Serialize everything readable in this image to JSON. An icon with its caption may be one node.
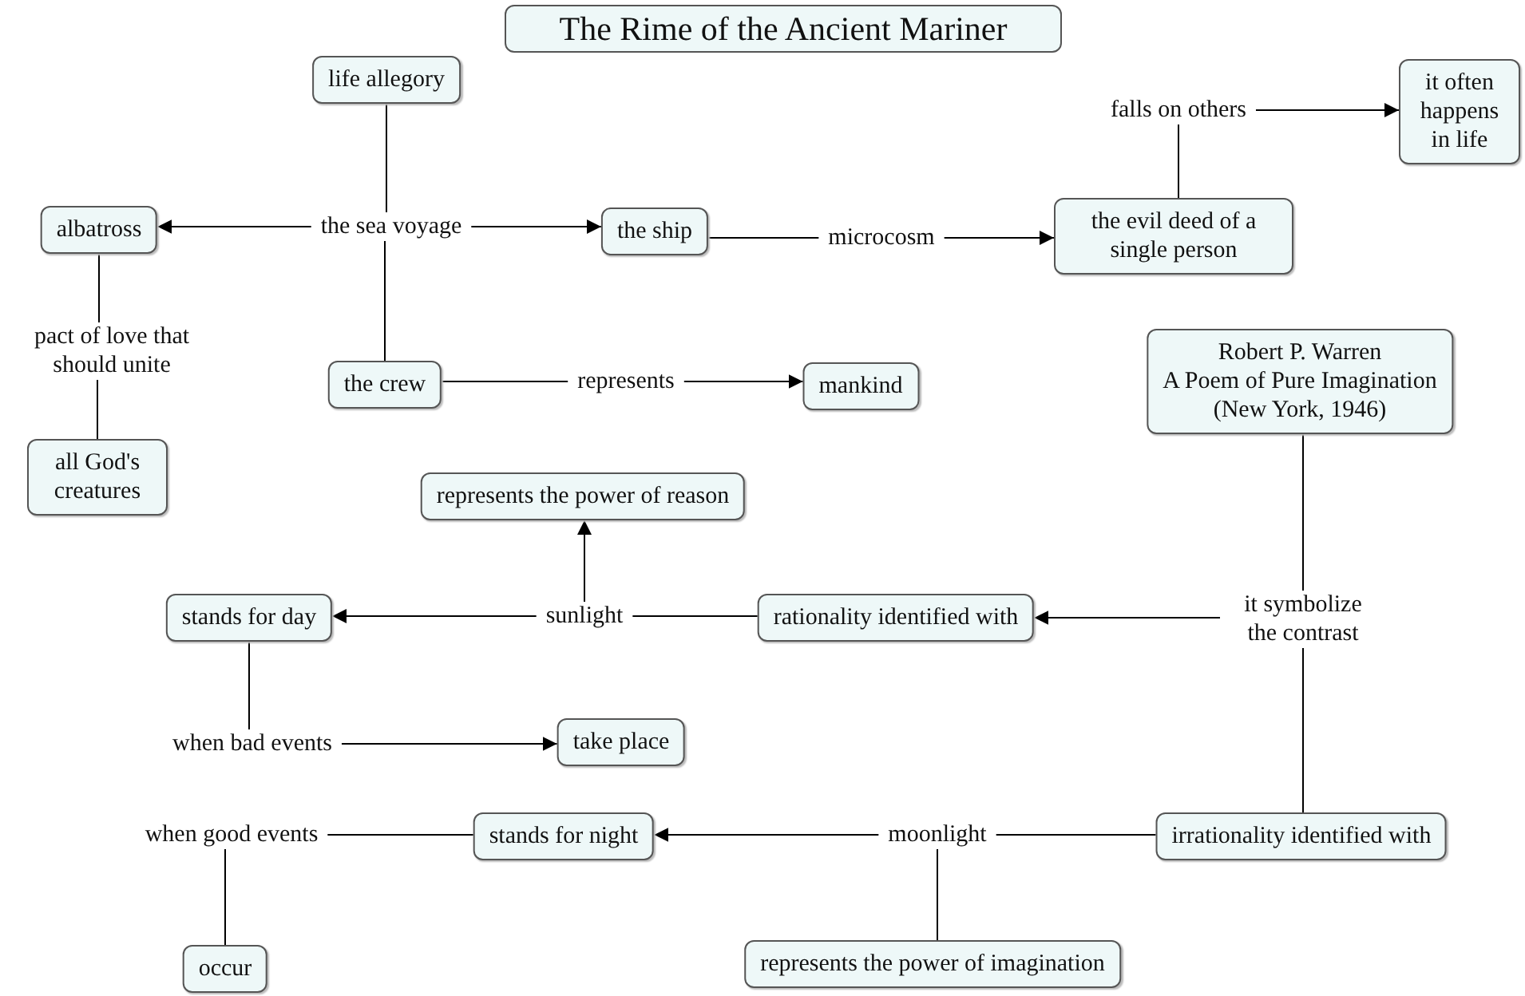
{
  "diagram": {
    "title": "The Rime of the Ancient Mariner",
    "nodes": [
      {
        "text": [
          "life allegory"
        ]
      },
      {
        "text": [
          "albatross"
        ]
      },
      {
        "text": [
          "the sea voyage"
        ]
      },
      {
        "text": [
          "the ship"
        ]
      },
      {
        "text": [
          "microcosm"
        ]
      },
      {
        "text": [
          "the evil deed of a single person"
        ]
      },
      {
        "text": [
          "falls on others"
        ]
      },
      {
        "text": [
          "it often happens in life"
        ]
      },
      {
        "text": [
          "pact of love that should unite"
        ]
      },
      {
        "text": [
          "all God's creatures"
        ]
      },
      {
        "text": [
          "the crew"
        ]
      },
      {
        "text": [
          "represents"
        ]
      },
      {
        "text": [
          "mankind"
        ]
      },
      {
        "text": [
          "Robert P. Warren",
          "A Poem of Pure Imagination",
          "(New York, 1946)"
        ]
      },
      {
        "text": [
          "represents the power of reason"
        ]
      },
      {
        "text": [
          "stands for day"
        ]
      },
      {
        "text": [
          "sunlight"
        ]
      },
      {
        "text": [
          "rationality identified with"
        ]
      },
      {
        "text": [
          "it symbolize the contrast"
        ]
      },
      {
        "text": [
          "when bad events"
        ]
      },
      {
        "text": [
          "take place"
        ]
      },
      {
        "text": [
          "when good events"
        ]
      },
      {
        "text": [
          "stands for night"
        ]
      },
      {
        "text": [
          "moonlight"
        ]
      },
      {
        "text": [
          "irrationality identified with"
        ]
      },
      {
        "text": [
          "occur"
        ]
      },
      {
        "text": [
          "represents the power of imagination"
        ]
      }
    ],
    "edges": [
      {
        "from": 0,
        "to": 2,
        "arrow": "none"
      },
      {
        "from": 2,
        "to": 1,
        "arrow": "to"
      },
      {
        "from": 2,
        "to": 3,
        "arrow": "to"
      },
      {
        "from": 2,
        "to": 10,
        "arrow": "none"
      },
      {
        "from": 3,
        "to": 4,
        "arrow": "none"
      },
      {
        "from": 4,
        "to": 5,
        "arrow": "to"
      },
      {
        "from": 5,
        "to": 6,
        "arrow": "none"
      },
      {
        "from": 6,
        "to": 7,
        "arrow": "to"
      },
      {
        "from": 1,
        "to": 8,
        "arrow": "none"
      },
      {
        "from": 8,
        "to": 9,
        "arrow": "none"
      },
      {
        "from": 10,
        "to": 11,
        "arrow": "none"
      },
      {
        "from": 11,
        "to": 12,
        "arrow": "to"
      },
      {
        "from": 13,
        "to": 18,
        "arrow": "none"
      },
      {
        "from": 18,
        "to": 17,
        "arrow": "to"
      },
      {
        "from": 17,
        "to": 16,
        "arrow": "none"
      },
      {
        "from": 16,
        "to": 15,
        "arrow": "to"
      },
      {
        "from": 16,
        "to": 14,
        "arrow": "to"
      },
      {
        "from": 15,
        "to": 19,
        "arrow": "none"
      },
      {
        "from": 19,
        "to": 20,
        "arrow": "to"
      },
      {
        "from": 18,
        "to": 24,
        "arrow": "none"
      },
      {
        "from": 24,
        "to": 23,
        "arrow": "none"
      },
      {
        "from": 23,
        "to": 22,
        "arrow": "to"
      },
      {
        "from": 23,
        "to": 26,
        "arrow": "none"
      },
      {
        "from": 22,
        "to": 21,
        "arrow": "none"
      },
      {
        "from": 21,
        "to": 25,
        "arrow": "none"
      }
    ]
  }
}
